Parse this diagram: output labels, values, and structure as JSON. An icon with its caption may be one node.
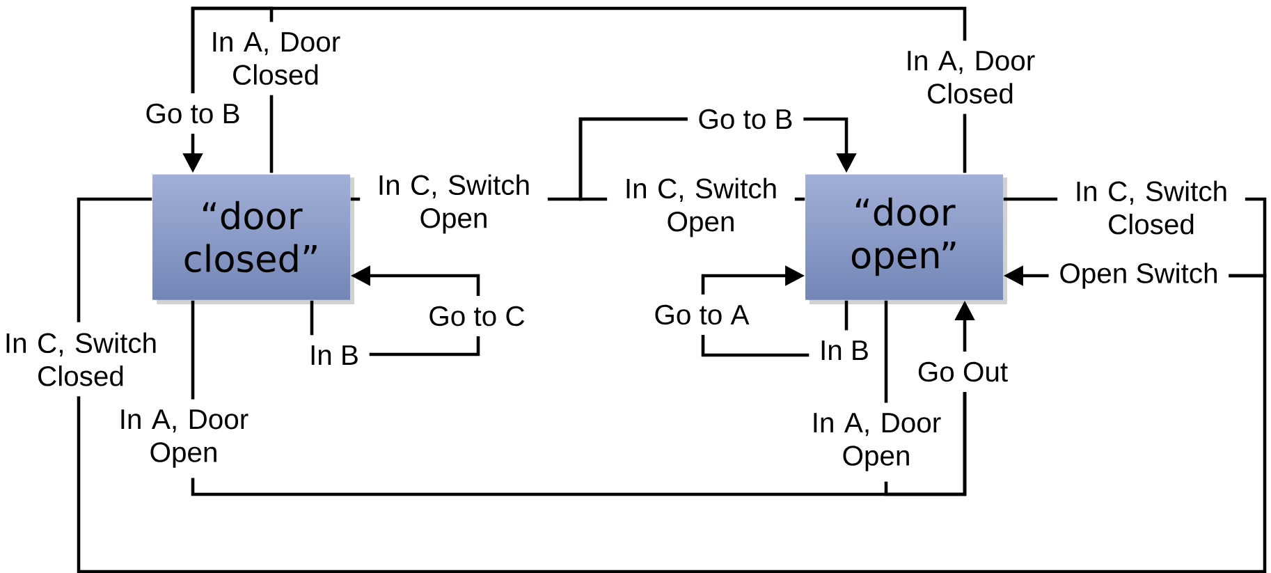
{
  "diagram": {
    "nodes": [
      {
        "text": [
          "“door closed”"
        ]
      },
      {
        "text": [
          "“door open”"
        ]
      },
      {
        "text": [
          "In A, Door Closed"
        ]
      },
      {
        "text": [
          "Go to B"
        ]
      },
      {
        "text": [
          "In A, Door Closed"
        ]
      },
      {
        "text": [
          "In C, Switch Open"
        ]
      },
      {
        "text": [
          "In C, Switch Open"
        ]
      },
      {
        "text": [
          "Go to B"
        ]
      },
      {
        "text": [
          "In C, Switch Closed"
        ]
      },
      {
        "text": [
          "Open Switch"
        ]
      },
      {
        "text": [
          "In C, Switch Closed"
        ]
      },
      {
        "text": [
          "Go to C"
        ]
      },
      {
        "text": [
          "In B"
        ]
      },
      {
        "text": [
          "Go to A"
        ]
      },
      {
        "text": [
          "In B"
        ]
      },
      {
        "text": [
          "Go Out"
        ]
      },
      {
        "text": [
          "In A, Door Open"
        ]
      },
      {
        "text": [
          "In A, Door Open"
        ]
      }
    ],
    "edges": [
      {
        "from": 0,
        "to": 2,
        "arrow": "none"
      },
      {
        "from": 2,
        "to": 3,
        "arrow": "none"
      },
      {
        "from": 4,
        "to": 3,
        "arrow": "none"
      },
      {
        "from": 1,
        "to": 4,
        "arrow": "none"
      },
      {
        "from": 3,
        "to": 0,
        "arrow": "to"
      },
      {
        "from": 0,
        "to": 5,
        "arrow": "none"
      },
      {
        "from": 1,
        "to": 6,
        "arrow": "none"
      },
      {
        "from": 5,
        "to": 7,
        "arrow": "none"
      },
      {
        "from": 6,
        "to": 7,
        "arrow": "none"
      },
      {
        "from": 7,
        "to": 1,
        "arrow": "to"
      },
      {
        "from": 1,
        "to": 8,
        "arrow": "none"
      },
      {
        "from": 8,
        "to": 9,
        "arrow": "none"
      },
      {
        "from": 0,
        "to": 10,
        "arrow": "none"
      },
      {
        "from": 10,
        "to": 9,
        "arrow": "none"
      },
      {
        "from": 9,
        "to": 1,
        "arrow": "to"
      },
      {
        "from": 0,
        "to": 12,
        "arrow": "none"
      },
      {
        "from": 12,
        "to": 11,
        "arrow": "none"
      },
      {
        "from": 11,
        "to": 0,
        "arrow": "to"
      },
      {
        "from": 1,
        "to": 14,
        "arrow": "none"
      },
      {
        "from": 14,
        "to": 13,
        "arrow": "none"
      },
      {
        "from": 13,
        "to": 1,
        "arrow": "to"
      },
      {
        "from": 0,
        "to": 16,
        "arrow": "none"
      },
      {
        "from": 16,
        "to": 15,
        "arrow": "none"
      },
      {
        "from": 1,
        "to": 17,
        "arrow": "none"
      },
      {
        "from": 17,
        "to": 15,
        "arrow": "none"
      },
      {
        "from": 15,
        "to": 1,
        "arrow": "to"
      }
    ]
  }
}
